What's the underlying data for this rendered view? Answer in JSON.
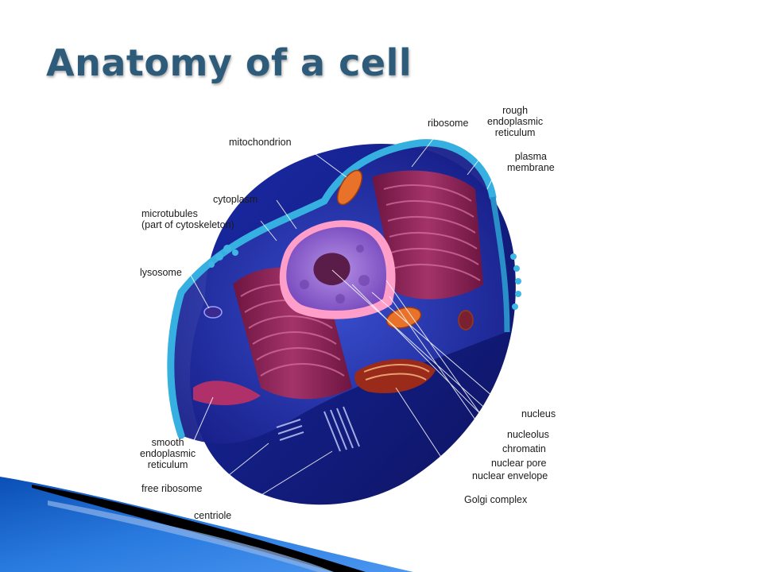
{
  "slide": {
    "title": "Anatomy of a cell"
  },
  "diagram": {
    "labels": {
      "mitochondrion": "mitochondrion",
      "ribosome": "ribosome",
      "rough_er_1": "rough",
      "rough_er_2": "endoplasmic",
      "rough_er_3": "reticulum",
      "plasma_1": "plasma",
      "plasma_2": "membrane",
      "cytoplasm": "cytoplasm",
      "microtubules_1": "microtubules",
      "microtubules_2": "(part of cytoskeleton)",
      "lysosome": "lysosome",
      "nucleus": "nucleus",
      "nucleolus": "nucleolus",
      "chromatin": "chromatin",
      "nuclear_pore": "nuclear pore",
      "nuclear_envelope": "nuclear envelope",
      "golgi": "Golgi complex",
      "smooth_er_1": "smooth",
      "smooth_er_2": "endoplasmic",
      "smooth_er_3": "reticulum",
      "free_ribosome": "free ribosome",
      "centriole": "centriole"
    }
  },
  "colors": {
    "title": "#2e5b7a",
    "cytoplasm_blue": "#1f2f9e",
    "membrane_cyan": "#2ea3d6",
    "organelle_magenta": "#8a1f4f",
    "nucleus_purple": "#8a62c7",
    "mitochondrion_orange": "#e8722a"
  }
}
